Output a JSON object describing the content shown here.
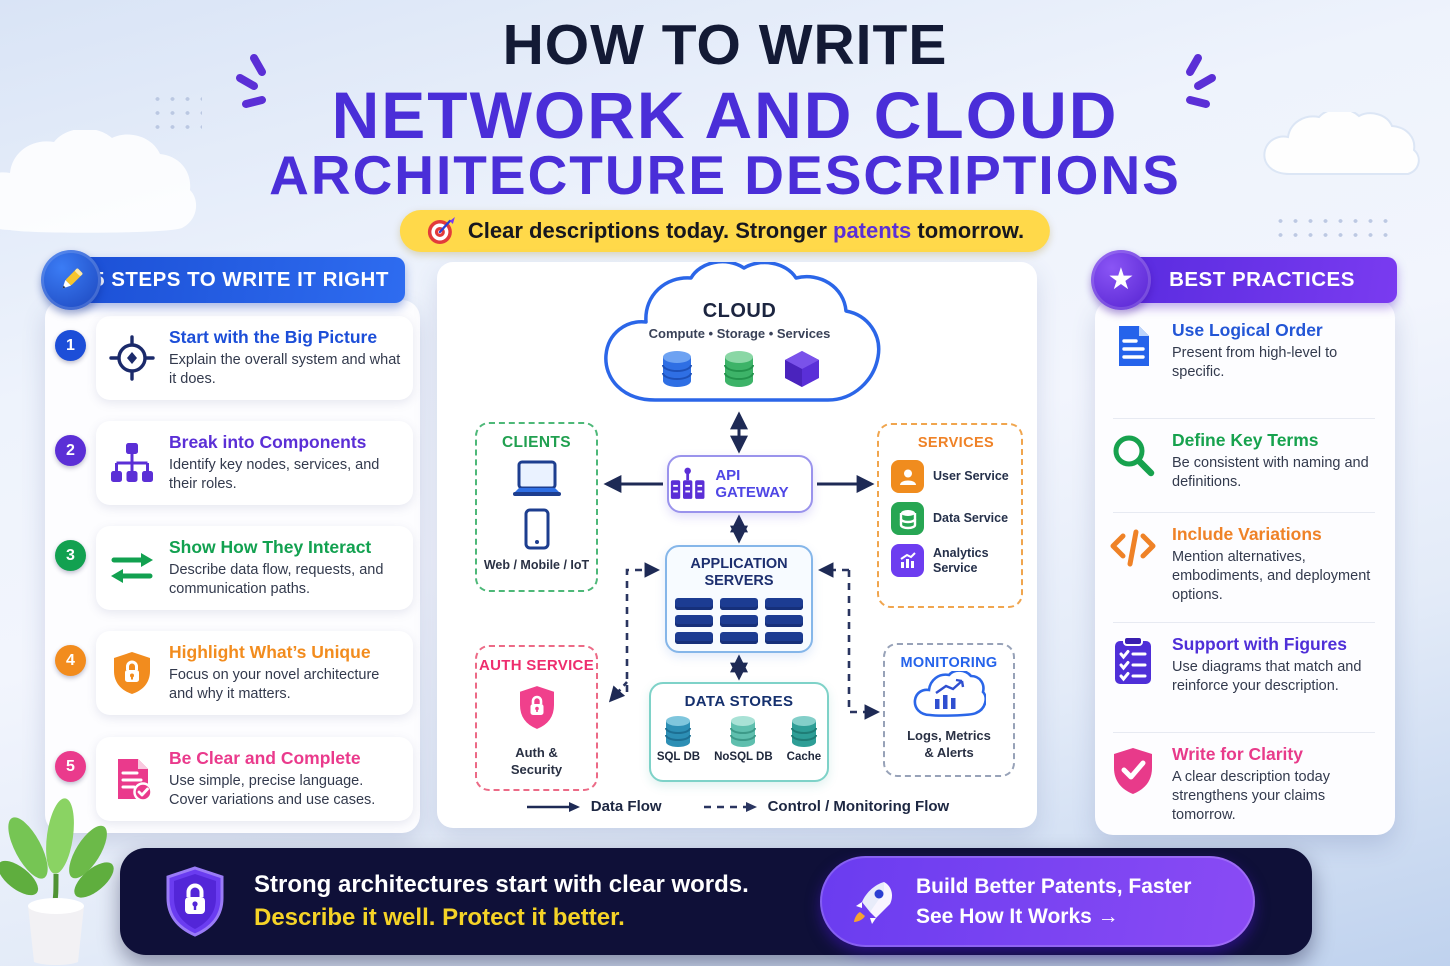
{
  "header": {
    "title_line1": "HOW TO WRITE",
    "title_line2": "NETWORK AND CLOUD",
    "title_line3": "ARCHITECTURE DESCRIPTIONS",
    "tagline_prefix": "Clear descriptions today. Stronger ",
    "tagline_highlight": "patents",
    "tagline_suffix": " tomorrow."
  },
  "left_panel": {
    "header": "5 STEPS TO WRITE IT RIGHT",
    "steps": [
      {
        "number": "1",
        "title": "Start with the Big Picture",
        "desc": "Explain the overall system and what it does.",
        "color": "#1c4ed8",
        "icon": "target-icon"
      },
      {
        "number": "2",
        "title": "Break into Components",
        "desc": "Identify key nodes, services, and their roles.",
        "color": "#5b2fd6",
        "icon": "hierarchy-icon"
      },
      {
        "number": "3",
        "title": "Show How They Interact",
        "desc": "Describe data flow, requests, and communication paths.",
        "color": "#12a150",
        "icon": "arrows-icon"
      },
      {
        "number": "4",
        "title": "Highlight What’s Unique",
        "desc": "Focus on your novel architecture and why it matters.",
        "color": "#f28c1e",
        "icon": "shield-lock-icon"
      },
      {
        "number": "5",
        "title": "Be Clear and Complete",
        "desc": "Use simple, precise language. Cover variations and use cases.",
        "color": "#ea3a8c",
        "icon": "document-check-icon"
      }
    ]
  },
  "diagram": {
    "cloud": {
      "title": "CLOUD",
      "subtitle": "Compute • Storage • Services"
    },
    "clients": {
      "title": "CLIENTS",
      "caption": "Web / Mobile / IoT"
    },
    "gateway": {
      "title": "API GATEWAY"
    },
    "services": {
      "title": "SERVICES",
      "items": [
        {
          "label": "User Service",
          "icon": "user-icon",
          "color": "#f08c1e"
        },
        {
          "label": "Data Service",
          "icon": "database-icon",
          "color": "#27a653"
        },
        {
          "label": "Analytics Service",
          "icon": "chart-icon",
          "color": "#6d3df0"
        }
      ]
    },
    "app_servers": {
      "title": "APPLICATION SERVERS"
    },
    "auth": {
      "title": "AUTH SERVICE",
      "caption": "Auth & Security"
    },
    "data_stores": {
      "title": "DATA STORES",
      "items": [
        "SQL DB",
        "NoSQL DB",
        "Cache"
      ]
    },
    "monitoring": {
      "title": "MONITORING",
      "caption": "Logs, Metrics & Alerts"
    },
    "legend": {
      "solid": "Data Flow",
      "dashed": "Control / Monitoring Flow"
    }
  },
  "right_panel": {
    "header": "BEST PRACTICES",
    "items": [
      {
        "title": "Use Logical Order",
        "desc": "Present from high-level to specific.",
        "color": "#2356d6",
        "icon": "document-icon"
      },
      {
        "title": "Define Key Terms",
        "desc": "Be consistent with naming and definitions.",
        "color": "#17a24e",
        "icon": "magnifier-icon"
      },
      {
        "title": "Include Variations",
        "desc": "Mention alternatives, embodiments, and deployment options.",
        "color": "#ef8227",
        "icon": "code-icon"
      },
      {
        "title": "Support with Figures",
        "desc": "Use diagrams that match and reinforce your description.",
        "color": "#4f2fd8",
        "icon": "clipboard-icon"
      },
      {
        "title": "Write for Clarity",
        "desc": "A clear description today strengthens your claims tomorrow.",
        "color": "#e83a8a",
        "icon": "shield-check-icon"
      }
    ]
  },
  "footer": {
    "headline": "Strong architectures start with clear words.",
    "subline": "Describe it well. Protect it better.",
    "cta_line1": "Build Better Patents, Faster",
    "cta_line2": "See How It Works  →"
  },
  "colors": {
    "accent_purple": "#4a2ed8",
    "navy": "#131a35",
    "banner_yellow": "#ffd94a",
    "footer_bg": "#0f1038",
    "cta_purple": "#7a43f2",
    "arrow_navy": "#1e2a55"
  }
}
